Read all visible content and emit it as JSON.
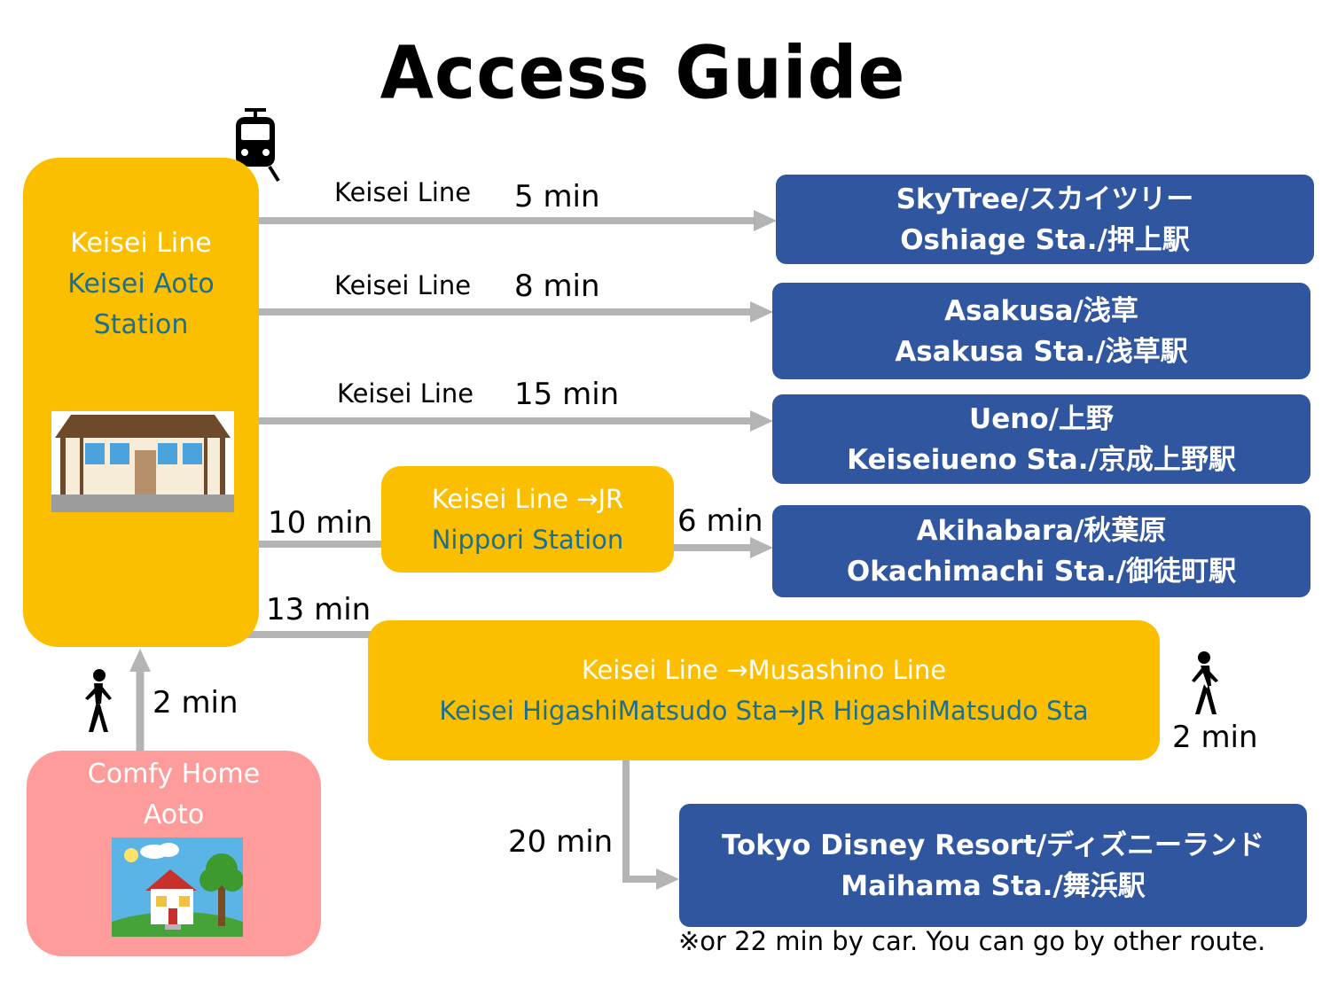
{
  "title": "Access Guide",
  "origin": {
    "name_line1": "Comfy Home",
    "name_line2": "Aoto",
    "walk_time": "2 min"
  },
  "station": {
    "line": "Keisei Line",
    "name_line1": "Keisei Aoto",
    "name_line2": "Station"
  },
  "routes": [
    {
      "line_label": "Keisei Line",
      "time": "5 min",
      "dest_line1": "SkyTree/スカイツリー",
      "dest_line2": "Oshiage Sta./押上駅"
    },
    {
      "line_label": "Keisei Line",
      "time": "8 min",
      "dest_line1": "Asakusa/浅草",
      "dest_line2": "Asakusa Sta./浅草駅"
    },
    {
      "line_label": "Keisei Line",
      "time": "15 min",
      "dest_line1": "Ueno/上野",
      "dest_line2": "Keiseiueno Sta./京成上野駅"
    }
  ],
  "nippori": {
    "time_to": "10 min",
    "line1": "Keisei Line →JR",
    "line2": "Nippori Station",
    "time_from": "6 min",
    "dest_line1": "Akihabara/秋葉原",
    "dest_line2": "Okachimachi Sta./御徒町駅"
  },
  "musashino": {
    "time_to": "13 min",
    "line1": "Keisei Line →Musashino Line",
    "line2": "Keisei HigashiMatsudo Sta→JR HigashiMatsudo Sta",
    "walk_time": "2 min",
    "time_from": "20 min",
    "dest_line1": "Tokyo Disney Resort/ディズニーランド",
    "dest_line2": "Maihama Sta./舞浜駅"
  },
  "footnote": "※or 22 min by car. You can go by  other route.",
  "colors": {
    "yellow": "#fbbf00",
    "blue": "#2f569e",
    "pink": "#fd9c9b",
    "teal_text": "#1d6f8f",
    "arrow_gray": "#b4b4b4"
  },
  "icons": [
    "train-icon",
    "station-building-icon",
    "walking-person-icon",
    "house-icon"
  ]
}
